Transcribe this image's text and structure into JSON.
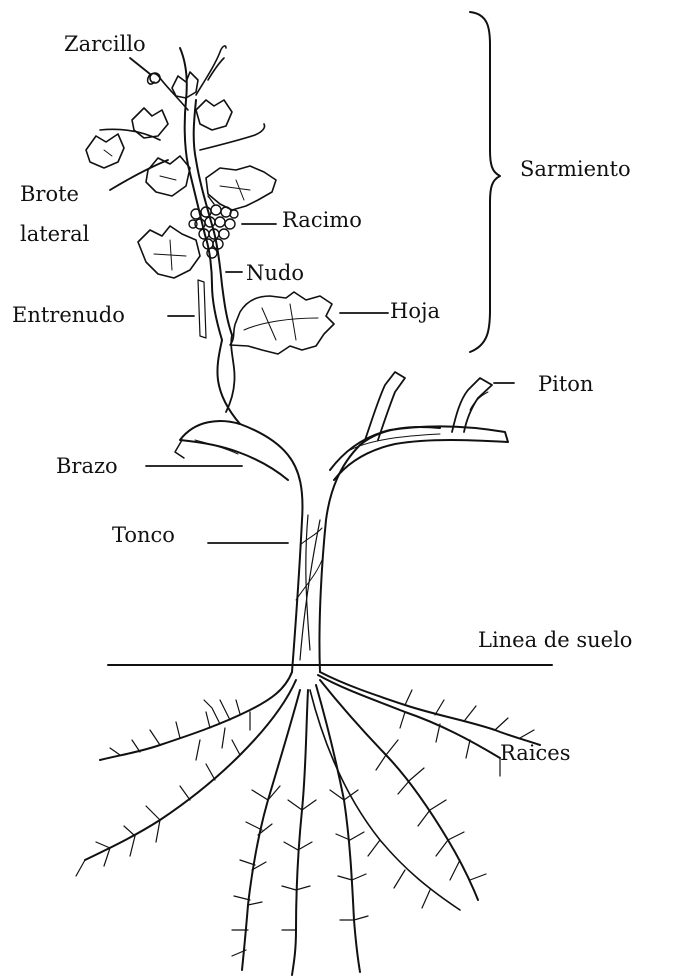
{
  "labels": {
    "zarcillo": "Zarcillo",
    "brote": "Brote\nlateral",
    "racimo": "Racimo",
    "nudo": "Nudo",
    "entrenudo": "Entrenudo",
    "hoja": "Hoja",
    "sarmiento": "Sarmiento",
    "piton": "Piton",
    "brazo": "Brazo",
    "tronco": "Tonco",
    "linea_suelo": "Linea de suelo",
    "raices": "Raices"
  },
  "colors": {
    "ink": "#111111",
    "background": "#ffffff"
  }
}
